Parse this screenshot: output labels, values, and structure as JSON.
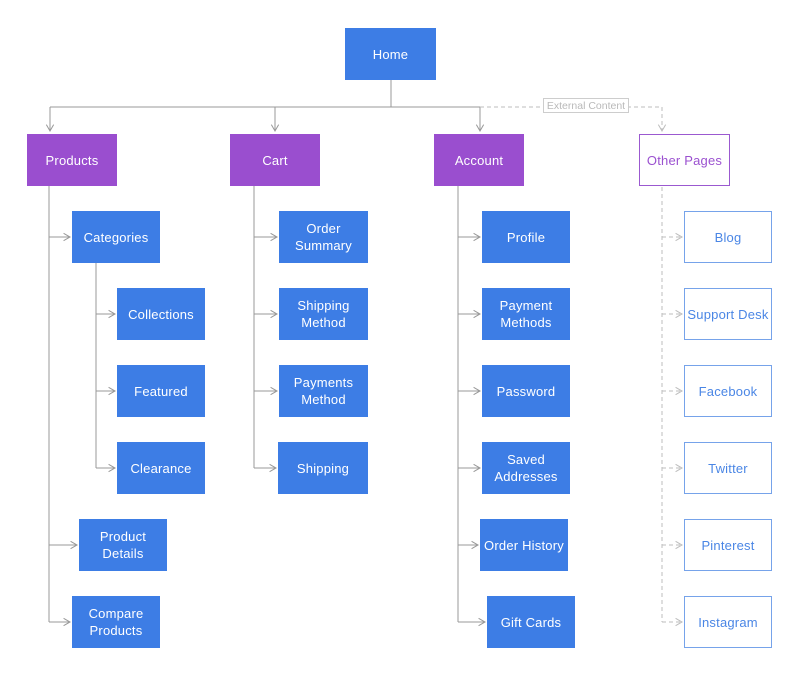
{
  "diagram": {
    "type": "sitemap-flowchart",
    "edge_label": {
      "external_content": "External Content"
    },
    "colors": {
      "node_blue": "#3D7DE5",
      "node_purple": "#9A4ECF",
      "outline_purple_border": "#9B59D0",
      "outline_purple_text": "#9B51D0",
      "outline_blue_border": "#76A3EA",
      "outline_blue_text": "#4A86E5",
      "solid_line": "#999999",
      "dashed_line": "#BDBDBD",
      "background": "#FFFFFF"
    },
    "nodes": {
      "home": {
        "label": "Home"
      },
      "products": {
        "label": "Products"
      },
      "cart": {
        "label": "Cart"
      },
      "account": {
        "label": "Account"
      },
      "other_pages": {
        "label": "Other Pages"
      },
      "categories": {
        "label": "Categories"
      },
      "collections": {
        "label": "Collections"
      },
      "featured": {
        "label": "Featured"
      },
      "clearance": {
        "label": "Clearance"
      },
      "product_details": {
        "label": "Product Details"
      },
      "compare_products": {
        "label": "Compare Products"
      },
      "order_summary": {
        "label": "Order Summary"
      },
      "shipping_method": {
        "label": "Shipping Method"
      },
      "payments_method": {
        "label": "Payments Method"
      },
      "shipping": {
        "label": "Shipping"
      },
      "profile": {
        "label": "Profile"
      },
      "payment_methods": {
        "label": "Payment Methods"
      },
      "password": {
        "label": "Password"
      },
      "saved_addresses": {
        "label": "Saved Addresses"
      },
      "order_history": {
        "label": "Order History"
      },
      "gift_cards": {
        "label": "Gift Cards"
      },
      "blog": {
        "label": "Blog"
      },
      "support_desk": {
        "label": "Support Desk"
      },
      "facebook": {
        "label": "Facebook"
      },
      "twitter": {
        "label": "Twitter"
      },
      "pinterest": {
        "label": "Pinterest"
      },
      "instagram": {
        "label": "Instagram"
      }
    },
    "hierarchy": {
      "home": [
        "products",
        "cart",
        "account",
        "other_pages"
      ],
      "products": [
        "categories",
        "product_details",
        "compare_products"
      ],
      "categories": [
        "collections",
        "featured",
        "clearance"
      ],
      "cart": [
        "order_summary",
        "shipping_method",
        "payments_method",
        "shipping"
      ],
      "account": [
        "profile",
        "payment_methods",
        "password",
        "saved_addresses",
        "order_history",
        "gift_cards"
      ],
      "other_pages": [
        "blog",
        "support_desk",
        "facebook",
        "twitter",
        "pinterest",
        "instagram"
      ]
    }
  }
}
